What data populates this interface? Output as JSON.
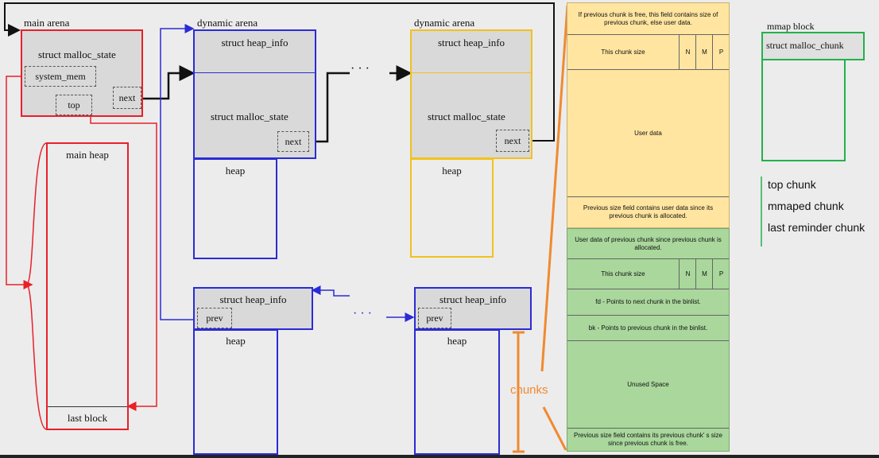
{
  "main_arena": {
    "title": "main arena",
    "state_label": "struct malloc_state",
    "system_mem": "system_mem",
    "top": "top",
    "next": "next"
  },
  "main_heap": {
    "title": "main heap",
    "last_block": "last block"
  },
  "dynamic_arena_1": {
    "title": "dynamic arena",
    "heap_info": "struct heap_info",
    "state_label": "struct malloc_state",
    "next": "next",
    "heap": "heap"
  },
  "dynamic_arena_2": {
    "title": "dynamic arena",
    "heap_info": "struct heap_info",
    "state_label": "struct malloc_state",
    "next": "next",
    "heap": "heap"
  },
  "dots": "· · ·",
  "heap_info_lower_left": {
    "heap_info": "struct heap_info",
    "prev": "prev",
    "heap": "heap"
  },
  "heap_info_lower_right": {
    "heap_info": "struct heap_info",
    "prev": "prev",
    "heap": "heap"
  },
  "chunks_label": "chunks",
  "allocated_chunk": {
    "prev_size": "If previous chunk is free, this field contains size of previous chunk, else user data.",
    "size": "This chunk size",
    "flags": [
      "N",
      "M",
      "P"
    ],
    "user_data": "User data",
    "next_prev_size": "Previous size field contains user data since its previous chunk is allocated."
  },
  "free_chunk": {
    "prev_size": "User data of previous chunk since previous chunk is allocated.",
    "size": "This chunk size",
    "flags": [
      "N",
      "M",
      "P"
    ],
    "fd": "fd - Points to next chunk in the binlist.",
    "bk": "bk - Points to previous chunk in the binlist.",
    "unused": "Unused Space",
    "next_prev_size": "Previous size field contains its previous chunk' s size since previous chunk is free."
  },
  "mmap_block": {
    "title": "mmap block",
    "chunk_label": "struct malloc_chunk"
  },
  "legend": [
    "top chunk",
    "mmaped chunk",
    "last reminder chunk"
  ],
  "colors": {
    "red": "#e8202a",
    "blue": "#2b2bd6",
    "yellow": "#f2c21a",
    "green": "#22b14c",
    "orange": "#f08a30",
    "chunk_yellow": "#ffe5a0",
    "chunk_green": "#a9d79c",
    "gray": "#d9d9d9"
  }
}
